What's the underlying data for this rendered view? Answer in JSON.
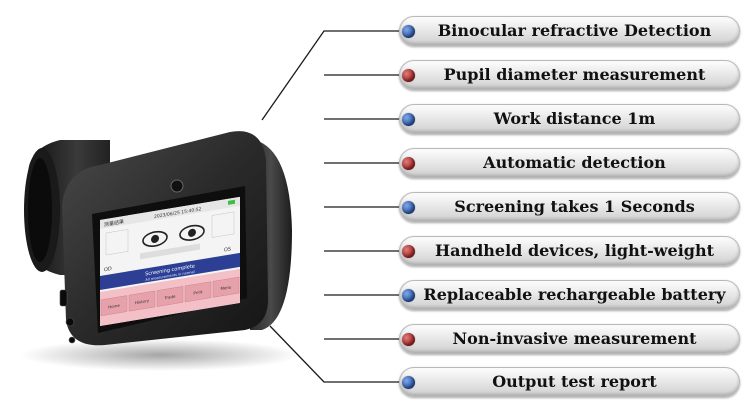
{
  "features": [
    {
      "label": "Binocular refractive Detection",
      "dot_color": "#2a56a8"
    },
    {
      "label": "Pupil diameter measurement",
      "dot_color": "#a02424"
    },
    {
      "label": "Work distance 1m",
      "dot_color": "#2a56a8"
    },
    {
      "label": "Automatic detection",
      "dot_color": "#a02424"
    },
    {
      "label": "Screening takes 1 Seconds",
      "dot_color": "#2a56a8"
    },
    {
      "label": "Handheld devices, light-weight",
      "dot_color": "#a02424"
    },
    {
      "label": "Replaceable rechargeable battery",
      "dot_color": "#2a56a8"
    },
    {
      "label": "Non-invasive measurement",
      "dot_color": "#a02424"
    },
    {
      "label": "Output test report",
      "dot_color": "#2a56a8"
    }
  ],
  "device_screen": {
    "top_left": "测量结果",
    "datetime": "2023/06/25 15:40:52",
    "left_eye_label": "OD",
    "right_eye_label": "OS",
    "banner_title": "Screening complete",
    "banner_sub": "All measurements in normal",
    "buttons": [
      "Home",
      "History",
      "Trade",
      "Print",
      "Menu"
    ]
  }
}
